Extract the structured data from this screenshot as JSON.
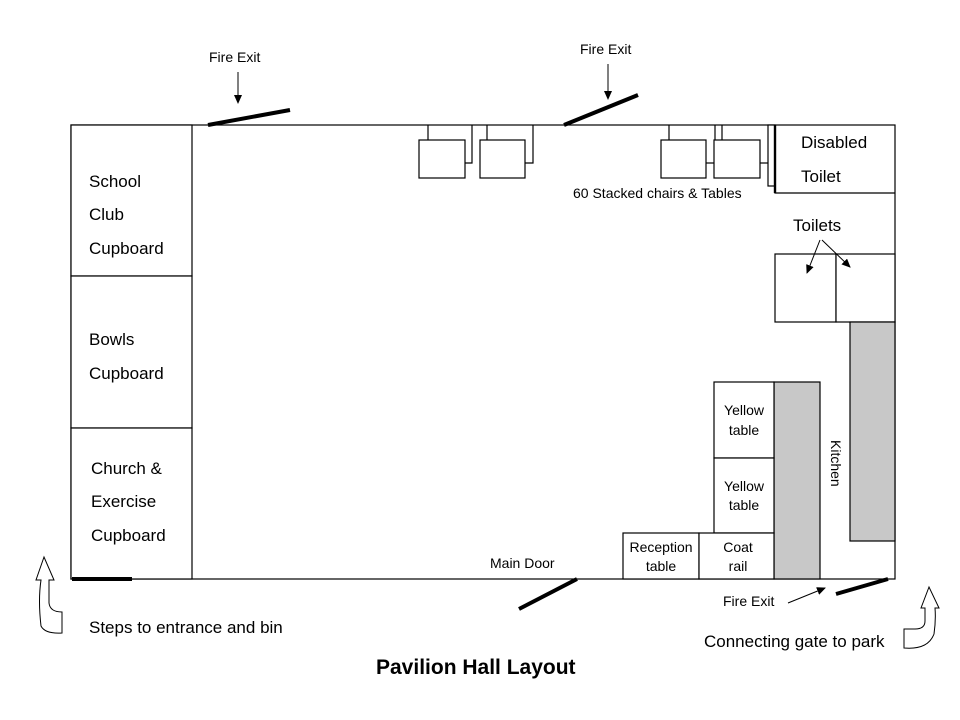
{
  "title": "Pavilion Hall Layout",
  "colors": {
    "background": "#ffffff",
    "lines": "#000000",
    "counter_fill": "#c8c8c8"
  },
  "rooms": {
    "school_club_cupboard": [
      "School",
      "Club",
      "Cupboard"
    ],
    "bowls_cupboard": [
      "Bowls",
      "Cupboard"
    ],
    "church_exercise_cupboard": [
      "Church &",
      "Exercise",
      "Cupboard"
    ],
    "disabled_toilet": [
      "Disabled",
      "Toilet"
    ],
    "toilets_label": "Toilets",
    "kitchen_label": "Kitchen"
  },
  "furniture": {
    "stacked_label": "60 Stacked chairs & Tables",
    "yellow_table_1": [
      "Yellow",
      "table"
    ],
    "yellow_table_2": [
      "Yellow",
      "table"
    ],
    "reception_table": [
      "Reception",
      "table"
    ],
    "coat_rail": [
      "Coat",
      "rail"
    ]
  },
  "exits": {
    "fire_exit_1": "Fire Exit",
    "fire_exit_2": "Fire Exit",
    "fire_exit_3": "Fire Exit",
    "main_door": "Main Door"
  },
  "annotations": {
    "steps": "Steps to entrance and bin",
    "gate": "Connecting gate to park"
  }
}
